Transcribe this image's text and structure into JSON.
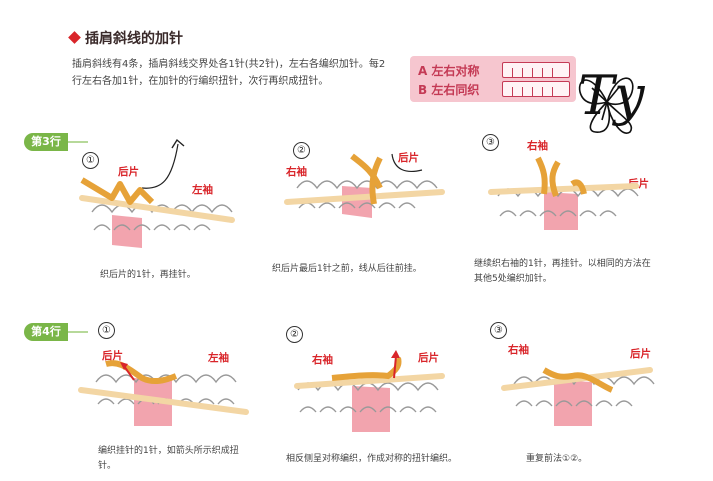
{
  "heading": "插肩斜线的加针",
  "intro": "插肩斜线有4条，插肩斜线交界处各1针(共2针)，左右各编织加针。每2行左右各加1针，在加针的行编织扭针，次行再织成扭针。",
  "legend": {
    "a": "A 左右对称",
    "b": "B 左右同织"
  },
  "signature": "Ty",
  "colors": {
    "yarn": "#e6a238",
    "body": "#f2a4ae",
    "needle": "#f3d6a4",
    "accent": "#d9252a",
    "badge": "#7ab648"
  },
  "rows": [
    {
      "label": "第3行",
      "steps": [
        {
          "num": "①",
          "left_label": "后片",
          "right_label": "左袖",
          "caption": "织后片的1针，再挂针。"
        },
        {
          "num": "②",
          "left_label": "右袖",
          "right_label": "后片",
          "caption": "织后片最后1针之前，线从后往前挂。"
        },
        {
          "num": "③",
          "left_label": "右袖",
          "right_label": "后片",
          "caption": "继续织右袖的1针，再挂针。以相同的方法在其他5处编织加针。"
        }
      ]
    },
    {
      "label": "第4行",
      "steps": [
        {
          "num": "①",
          "left_label": "后片",
          "right_label": "左袖",
          "caption": "编织挂针的1针，如箭头所示织成扭针。"
        },
        {
          "num": "②",
          "left_label": "右袖",
          "right_label": "后片",
          "caption": "相反侧呈对称编织，作成对称的扭针编织。"
        },
        {
          "num": "③",
          "left_label": "右袖",
          "right_label": "后片",
          "caption": "重复前法①②。"
        }
      ]
    }
  ]
}
